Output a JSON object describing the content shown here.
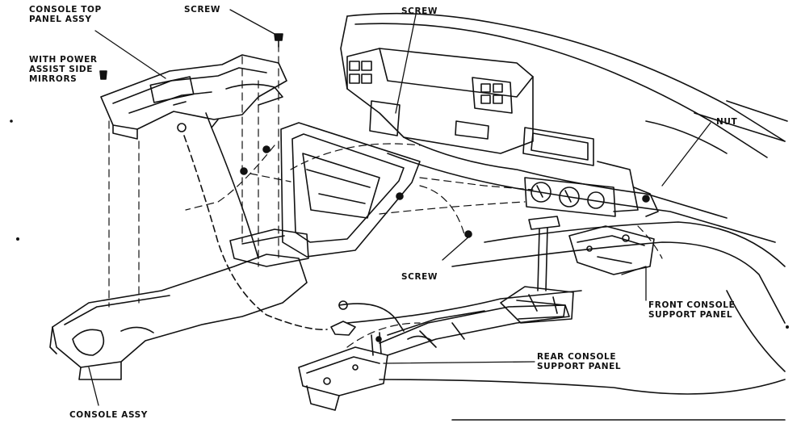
{
  "labels": {
    "console_top_panel": [
      "CONSOLE TOP",
      "PANEL ASSY"
    ],
    "screw_top": "SCREW",
    "screw_right": "SCREW",
    "with_power": [
      "WITH POWER",
      "ASSIST SIDE",
      "MIRRORS"
    ],
    "nut": "NUT",
    "screw_bottom": "SCREW",
    "front_console_support": [
      "FRONT CONSOLE",
      "SUPPORT PANEL"
    ],
    "rear_console_support": [
      "REAR CONSOLE",
      "SUPPORT PANEL"
    ],
    "console_assy": "CONSOLE ASSY"
  },
  "colors": {
    "ink": "#111111",
    "paper": "#ffffff"
  }
}
